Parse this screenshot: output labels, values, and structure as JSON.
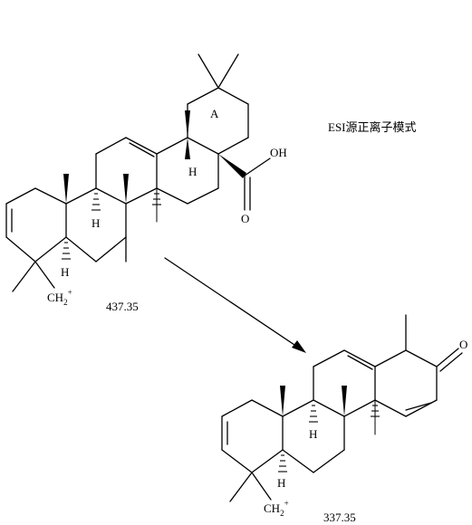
{
  "scheme": {
    "mode_label": "ESI源正离子模式",
    "precursor": {
      "ring_label": "A",
      "hydroxyl_label": "OH",
      "carbonyl_o_label": "O",
      "h_labels": [
        "H",
        "H",
        "H"
      ],
      "cation_label": "CH",
      "cation_subscript": "2",
      "cation_charge": "+",
      "mz_label": "437.35"
    },
    "fragment": {
      "ketone_o_label": "O",
      "h_labels": [
        "H",
        "H"
      ],
      "cation_label": "CH",
      "cation_subscript": "2",
      "cation_charge": "+",
      "mz_label": "337.35"
    },
    "arrow": {
      "direction": "down-right"
    }
  }
}
